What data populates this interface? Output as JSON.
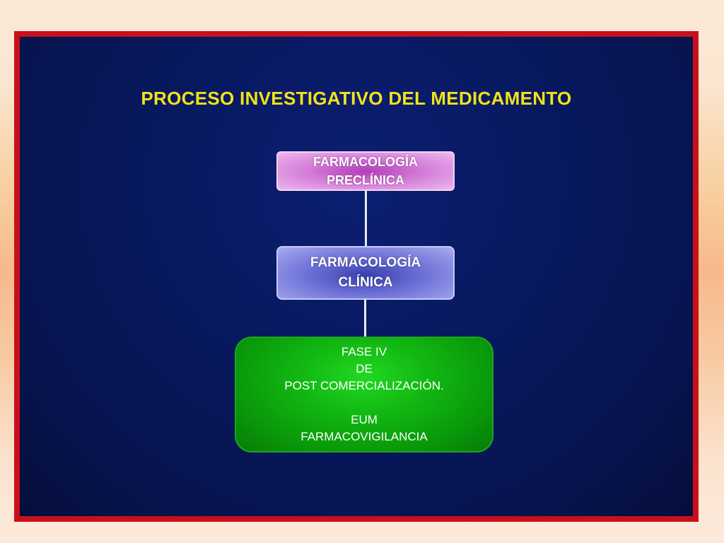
{
  "slide": {
    "title": "PROCESO INVESTIGATIVO DEL MEDICAMENTO"
  },
  "boxes": {
    "preclinica": {
      "line1": "FARMACOLOGÍA",
      "line2": "PRECLÍNICA",
      "color": "#d37ad6"
    },
    "clinica": {
      "line1": "FARMACOLOGÍA",
      "line2": "CLÍNICA",
      "color": "#6569d2"
    },
    "fase_iv": {
      "line1": "FASE IV",
      "line2": "DE",
      "line3": "POST COMERCIALIZACIÓN.",
      "line4": "EUM",
      "line5": "FARMACOVIGILANCIA",
      "color": "#12b812"
    }
  },
  "colors": {
    "frame_border": "#c8101a",
    "slide_background": "#081960",
    "title": "#f2e21a"
  }
}
